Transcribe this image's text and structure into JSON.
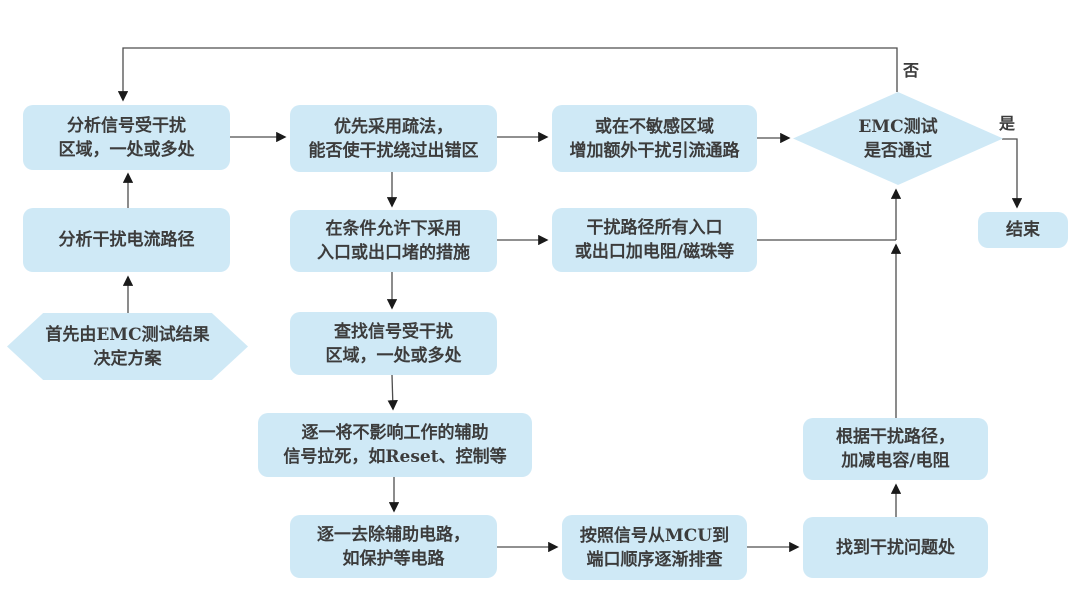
{
  "diagram": {
    "title_hint": "EMC troubleshooting flowchart",
    "colors": {
      "node_fill": "#cfe9f6",
      "line": "#4d4d4d",
      "arrowhead": "#1a1a1a",
      "text": "#3c3c3c",
      "background": "#ffffff"
    },
    "labels": {
      "no": "否",
      "yes": "是"
    },
    "nodes": {
      "start": {
        "shape": "hexagon",
        "text": "首先由EMC测试结果\n决定方案"
      },
      "analyze_current_path": {
        "shape": "rect",
        "text": "分析干扰电流路径"
      },
      "analyze_disturbed_area": {
        "shape": "rect",
        "text": "分析信号受干扰\n区域，一处或多处"
      },
      "prefer_bypass": {
        "shape": "rect",
        "text": "优先采用疏法，\n能否使干扰绕过出错区"
      },
      "blocking_measures": {
        "shape": "rect",
        "text": "在条件允许下采用\n入口或出口堵的措施"
      },
      "find_disturbed_area": {
        "shape": "rect",
        "text": "查找信号受干扰\n区域，一处或多处"
      },
      "pull_signals_dead": {
        "shape": "rect",
        "text": "逐一将不影响工作的辅助\n信号拉死，如Reset、控制等"
      },
      "remove_aux_circuits": {
        "shape": "rect",
        "text": "逐一去除辅助电路，\n如保护等电路"
      },
      "add_drain_path": {
        "shape": "rect",
        "text": "或在不敏感区域\n增加额外干扰引流通路"
      },
      "add_resistor_bead": {
        "shape": "rect",
        "text": "干扰路径所有入口\n或出口加电阻/磁珠等"
      },
      "check_signal_order": {
        "shape": "rect",
        "text": "按照信号从MCU到\n端口顺序逐渐排查"
      },
      "decision_emc_pass": {
        "shape": "diamond",
        "text": "EMC测试\n是否通过"
      },
      "end": {
        "shape": "rect",
        "text": "结束"
      },
      "adjust_rc": {
        "shape": "rect",
        "text": "根据干扰路径，\n加减电容/电阻"
      },
      "found_problem": {
        "shape": "rect",
        "text": "找到干扰问题处"
      }
    },
    "edges": [
      {
        "from": "start",
        "to": "analyze_current_path"
      },
      {
        "from": "analyze_current_path",
        "to": "analyze_disturbed_area"
      },
      {
        "from": "analyze_disturbed_area",
        "to": "prefer_bypass"
      },
      {
        "from": "prefer_bypass",
        "to": "add_drain_path"
      },
      {
        "from": "prefer_bypass",
        "to": "blocking_measures"
      },
      {
        "from": "add_drain_path",
        "to": "decision_emc_pass"
      },
      {
        "from": "blocking_measures",
        "to": "add_resistor_bead"
      },
      {
        "from": "blocking_measures",
        "to": "find_disturbed_area"
      },
      {
        "from": "add_resistor_bead",
        "to": "decision_emc_pass"
      },
      {
        "from": "find_disturbed_area",
        "to": "pull_signals_dead"
      },
      {
        "from": "pull_signals_dead",
        "to": "remove_aux_circuits"
      },
      {
        "from": "remove_aux_circuits",
        "to": "check_signal_order"
      },
      {
        "from": "check_signal_order",
        "to": "found_problem"
      },
      {
        "from": "found_problem",
        "to": "adjust_rc"
      },
      {
        "from": "adjust_rc",
        "to": "decision_emc_pass"
      },
      {
        "from": "decision_emc_pass",
        "to": "analyze_disturbed_area",
        "label": "否"
      },
      {
        "from": "decision_emc_pass",
        "to": "end",
        "label": "是"
      }
    ]
  }
}
